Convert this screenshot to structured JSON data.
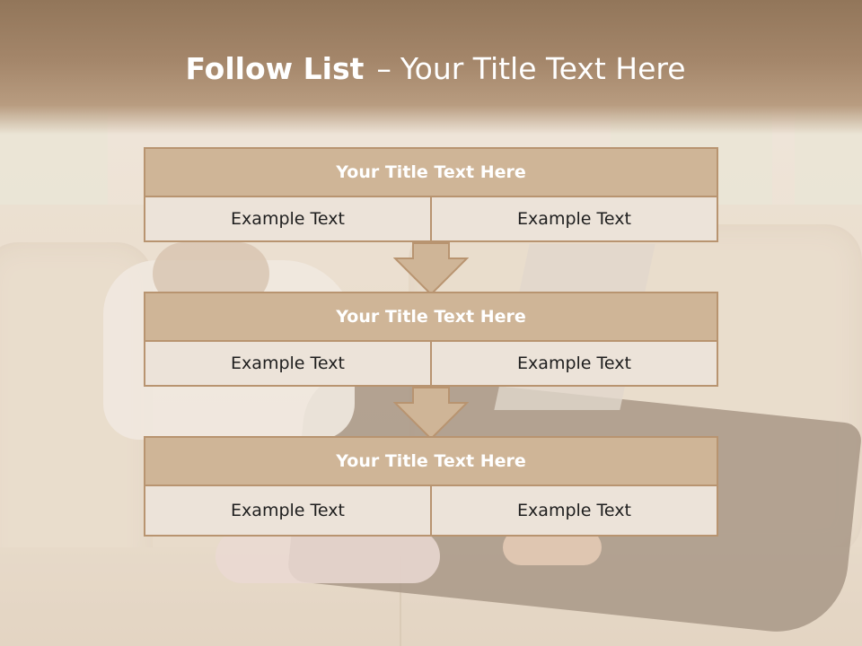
{
  "slide": {
    "title_bold": "Follow List",
    "title_separator": "–",
    "title_rest": "Your Title Text Here"
  },
  "steps": [
    {
      "title": "Your Title Text Here",
      "left": "Example Text",
      "right": "Example Text"
    },
    {
      "title": "Your Title Text Here",
      "left": "Example Text",
      "right": "Example Text"
    },
    {
      "title": "Your Title Text Here",
      "left": "Example Text",
      "right": "Example Text"
    }
  ],
  "colors": {
    "header": "#a4866a",
    "block_head": "#cfb597",
    "block_border": "#b89470",
    "cell": "#ece3d9",
    "arrow_fill": "#cfb597"
  },
  "icons": {
    "arrow": "down-arrow-icon"
  }
}
